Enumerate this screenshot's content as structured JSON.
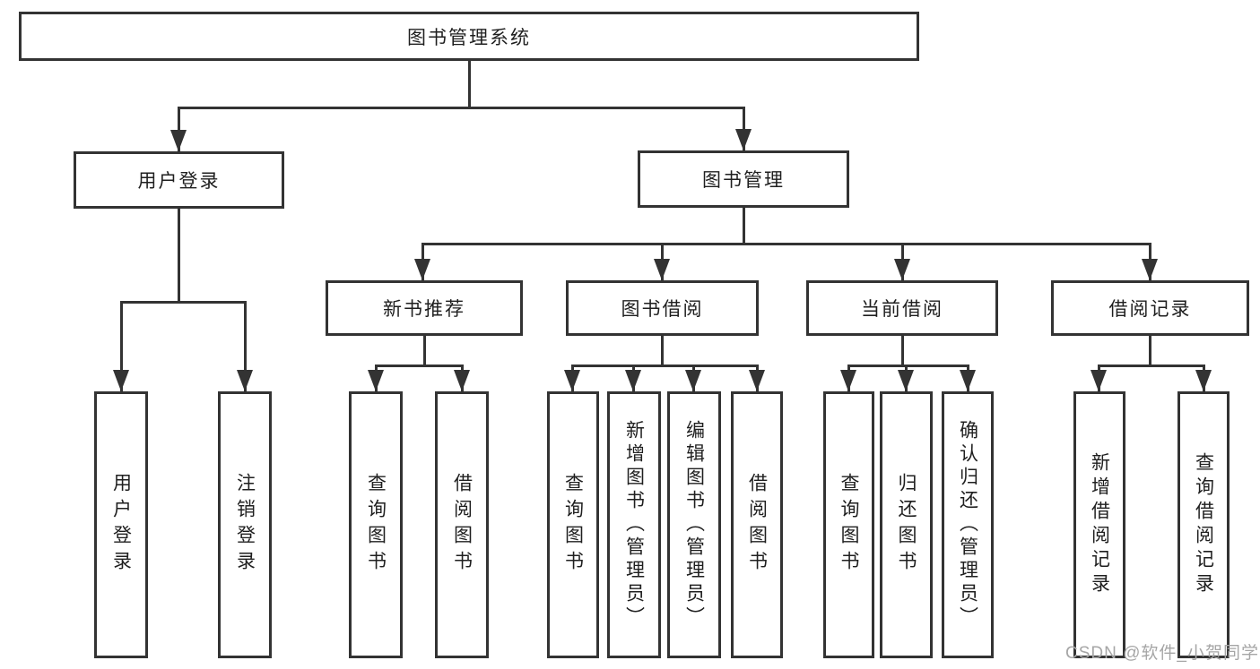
{
  "nodes": {
    "root": "图书管理系统",
    "user_login": "用户登录",
    "book_management": "图书管理",
    "new_book_recommend": "新书推荐",
    "book_borrow": "图书借阅",
    "current_borrow": "当前借阅",
    "borrow_record": "借阅记录",
    "leaf_user_login": "用户登录",
    "leaf_logout": "注销登录",
    "leaf_nbr_query_books": "查询图书",
    "leaf_nbr_borrow_books": "借阅图书",
    "leaf_bb_query_books": "查询图书",
    "leaf_bb_add_books": "新增图书（管理员）",
    "leaf_bb_edit_books": "编辑图书（管理员）",
    "leaf_bb_borrow_books": "借阅图书",
    "leaf_cb_query_books": "查询图书",
    "leaf_cb_return_books": "归还图书",
    "leaf_cb_confirm_return": "确认归还（管理员）",
    "leaf_br_add_record": "新增借阅记录",
    "leaf_br_query_record": "查询借阅记录"
  },
  "tree": {
    "图书管理系统": {
      "用户登录": [
        "用户登录",
        "注销登录"
      ],
      "图书管理": {
        "新书推荐": [
          "查询图书",
          "借阅图书"
        ],
        "图书借阅": [
          "查询图书",
          "新增图书（管理员）",
          "编辑图书（管理员）",
          "借阅图书"
        ],
        "当前借阅": [
          "查询图书",
          "归还图书",
          "确认归还（管理员）"
        ],
        "借阅记录": [
          "新增借阅记录",
          "查询借阅记录"
        ]
      }
    }
  },
  "colors": {
    "line": "#333333",
    "box_border": "#333333",
    "box_fill": "#ffffff",
    "text": "#1f1f1f",
    "background": "#ffffff",
    "watermark": "#a6a6a6"
  },
  "watermark": "CSDN @软件_小贺同学"
}
